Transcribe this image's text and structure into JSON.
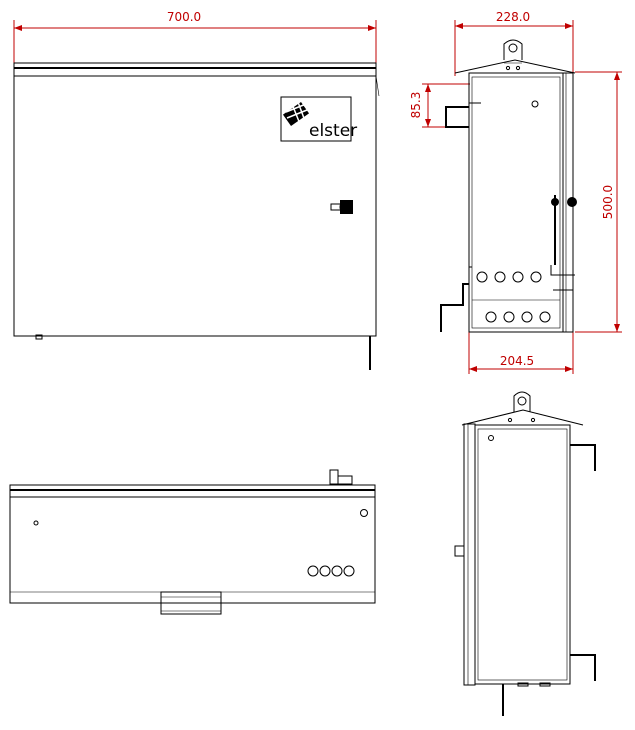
{
  "dimensions": {
    "width_front": "700.0",
    "depth_overall": "228.0",
    "bracket_offset": "85.3",
    "height": "500.0",
    "depth_body": "204.5"
  },
  "logo": {
    "brand": "elster"
  },
  "colors": {
    "dimension": "#c00000",
    "line": "#000000",
    "background": "#ffffff"
  }
}
